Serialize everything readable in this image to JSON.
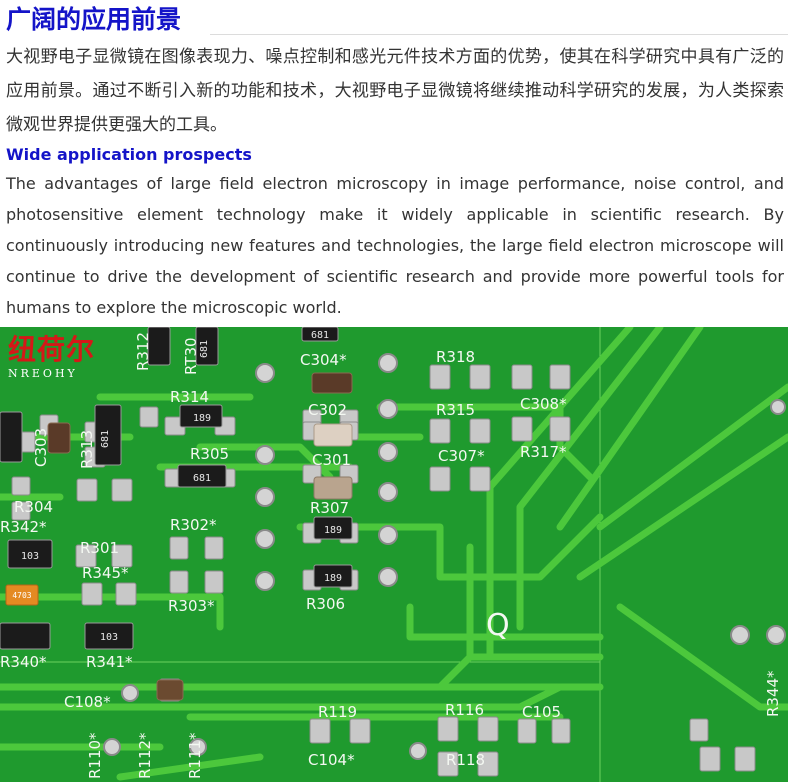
{
  "section_zh": {
    "title": "广阔的应用前景",
    "body": "大视野电子显微镜在图像表现力、噪点控制和感光元件技术方面的优势，使其在科学研究中具有广泛的应用前景。通过不断引入新的功能和技术，大视野电子显微镜将继续推动科学研究的发展，为人类探索微观世界提供更强大的工具。"
  },
  "section_en": {
    "title": "Wide application prospects",
    "body": "The advantages of large field electron microscopy in image performance, noise control, and photosensitive element technology make it widely applicable in scientific research. By continuously introducing new features and technologies, the large field electron microscope will continue to drive the development of scientific research and provide more powerful tools for humans to explore the microscopic world."
  },
  "photo": {
    "brand_zh": "纽荷尔",
    "brand_en": "NREOHY",
    "silkscreen": [
      "R312",
      "RT30",
      "C304*",
      "R318",
      "R314",
      "C302",
      "R315",
      "C308*",
      "C303",
      "R313",
      "R305",
      "C301",
      "C307*",
      "R317*",
      "R304",
      "R307",
      "R342*",
      "R302*",
      "R301",
      "R345*",
      "R303*",
      "R306",
      "R340*",
      "R341*",
      "Q",
      "C108*",
      "R119",
      "R116",
      "C105",
      "C104*",
      "R118",
      "R344*",
      "R110*",
      "R112*",
      "R111*"
    ],
    "chip_codes": [
      "681",
      "189",
      "681",
      "681",
      "189",
      "189",
      "103",
      "4703",
      "103",
      "681"
    ],
    "colors": {
      "board": "#1f9a2e",
      "trace": "#5fd04a",
      "pad": "#c9c9c9",
      "brand_red": "#d51818"
    }
  }
}
